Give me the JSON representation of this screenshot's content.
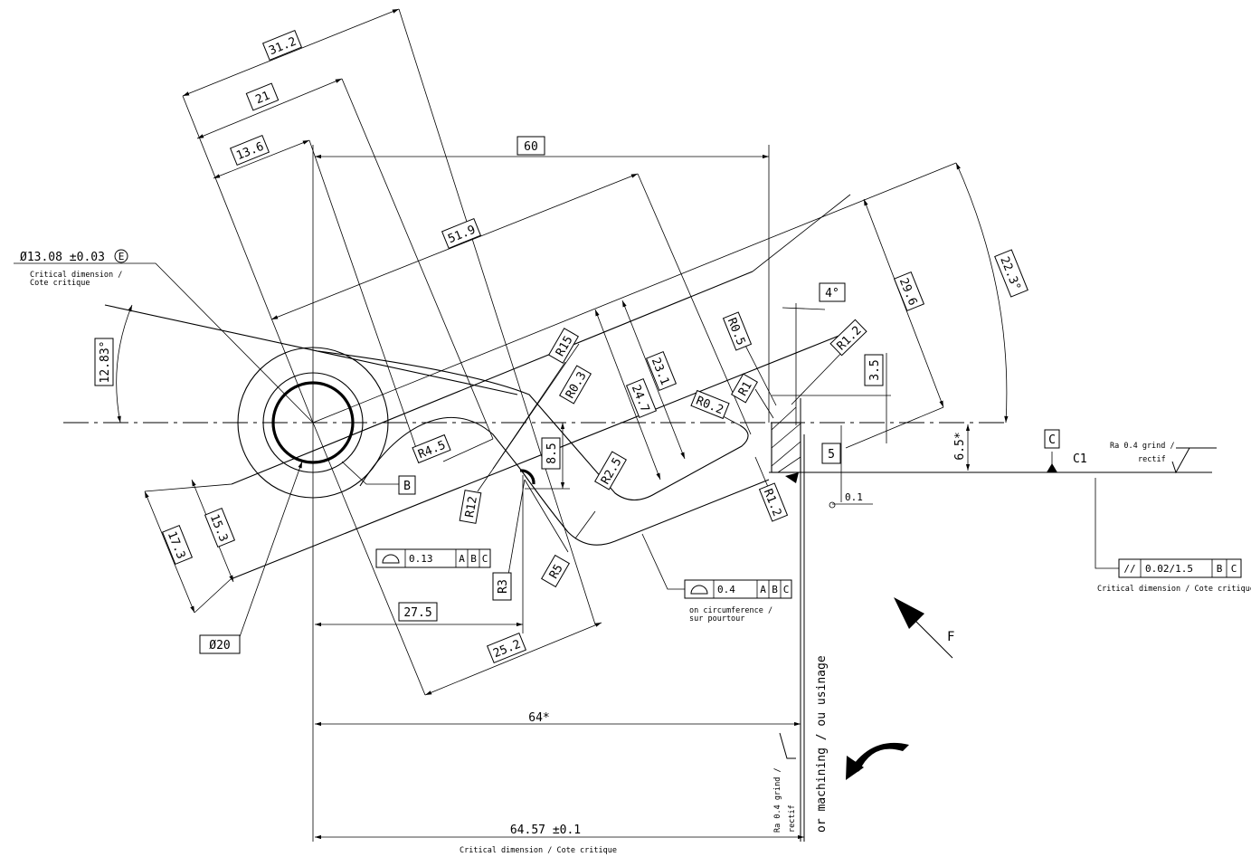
{
  "dims": {
    "d31_2": "31.2",
    "d21": "21",
    "d13_6": "13.6",
    "d60": "60",
    "d51_9": "51.9",
    "d22_3": "22.3°",
    "d29_6": "29.6",
    "d4deg": "4°",
    "dR0_5": "R0.5",
    "dR1_2a": "R1.2",
    "d3_5": "3.5",
    "d23_1": "23.1",
    "d24_7": "24.7",
    "dR0_2": "R0.2",
    "dR1": "R1",
    "dR15": "R15",
    "dR0_3": "R0.3",
    "d12_83": "12.83°",
    "dR4_5": "R4.5",
    "d8_5": "8.5",
    "dR2_5": "R2.5",
    "dR12": "R12",
    "d17_3": "17.3",
    "d15_3": "15.3",
    "dR1_2b": "R1.2",
    "d5": "5",
    "d0_1": "0.1",
    "d6_5": "6.5*",
    "dR3": "R3",
    "dR5": "R5",
    "d27_5": "27.5",
    "d25_2": "25.2",
    "d64": "64*",
    "d64_57": "64.57 ±0.1",
    "dia20": "Ø20",
    "dia13": "Ø13.08  ±0.03"
  },
  "labels": {
    "e_circle": "E",
    "crit_en": "Critical dimension /",
    "crit_fr": "Cote critique",
    "datum_b": "B",
    "datum_c": "C",
    "c1": "C1",
    "ra_grind_1": "Ra 0.4 grind /",
    "ra_grind_2": "rectif",
    "crit_bottom": "Critical dimension / Cote critique",
    "crit_right": "Critical dimension / Cote critique",
    "circ_en": "on circumference /",
    "circ_fr": "sur pourtour",
    "ra_v_1": "Ra 0.4 grind /",
    "ra_v_2": "rectif",
    "machining": "or machining / ou usinage",
    "view_f": "F"
  },
  "fcf": {
    "profile1": {
      "tol": "0.13",
      "a": "A",
      "b": "B",
      "c": "C"
    },
    "profile2": {
      "tol": "0.4",
      "a": "A",
      "b": "B",
      "c": "C"
    },
    "parallel": {
      "sym": "//",
      "tol": "0.02/1.5",
      "b": "B",
      "c": "C"
    }
  }
}
